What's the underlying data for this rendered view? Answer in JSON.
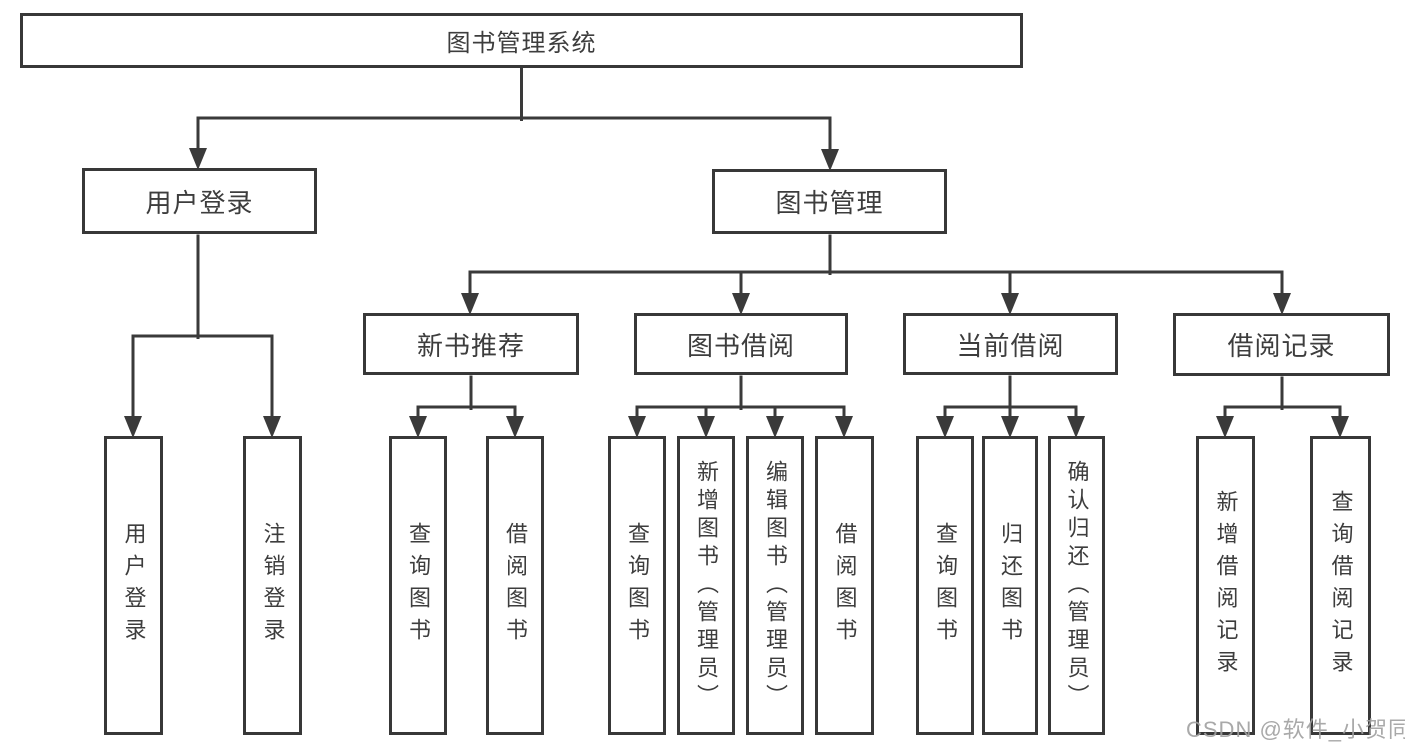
{
  "colors": {
    "line": "#3a3a3a",
    "border": "#383838",
    "text": "#3d3d3d",
    "background": "#ffffff",
    "watermark": "#a0a0a0"
  },
  "watermark": "CSDN @软件_小贺同学",
  "tree": {
    "label": "图书管理系统",
    "children": [
      {
        "label": "用户登录",
        "children": [
          {
            "label": "用户登录"
          },
          {
            "label": "注销登录"
          }
        ]
      },
      {
        "label": "图书管理",
        "children": [
          {
            "label": "新书推荐",
            "children": [
              {
                "label": "查询图书"
              },
              {
                "label": "借阅图书"
              }
            ]
          },
          {
            "label": "图书借阅",
            "children": [
              {
                "label": "查询图书"
              },
              {
                "label": "新增图书（管理员）"
              },
              {
                "label": "编辑图书（管理员）"
              },
              {
                "label": "借阅图书"
              }
            ]
          },
          {
            "label": "当前借阅",
            "children": [
              {
                "label": "查询图书"
              },
              {
                "label": "归还图书"
              },
              {
                "label": "确认归还（管理员）"
              }
            ]
          },
          {
            "label": "借阅记录",
            "children": [
              {
                "label": "新增借阅记录"
              },
              {
                "label": "查询借阅记录"
              }
            ]
          }
        ]
      }
    ]
  }
}
